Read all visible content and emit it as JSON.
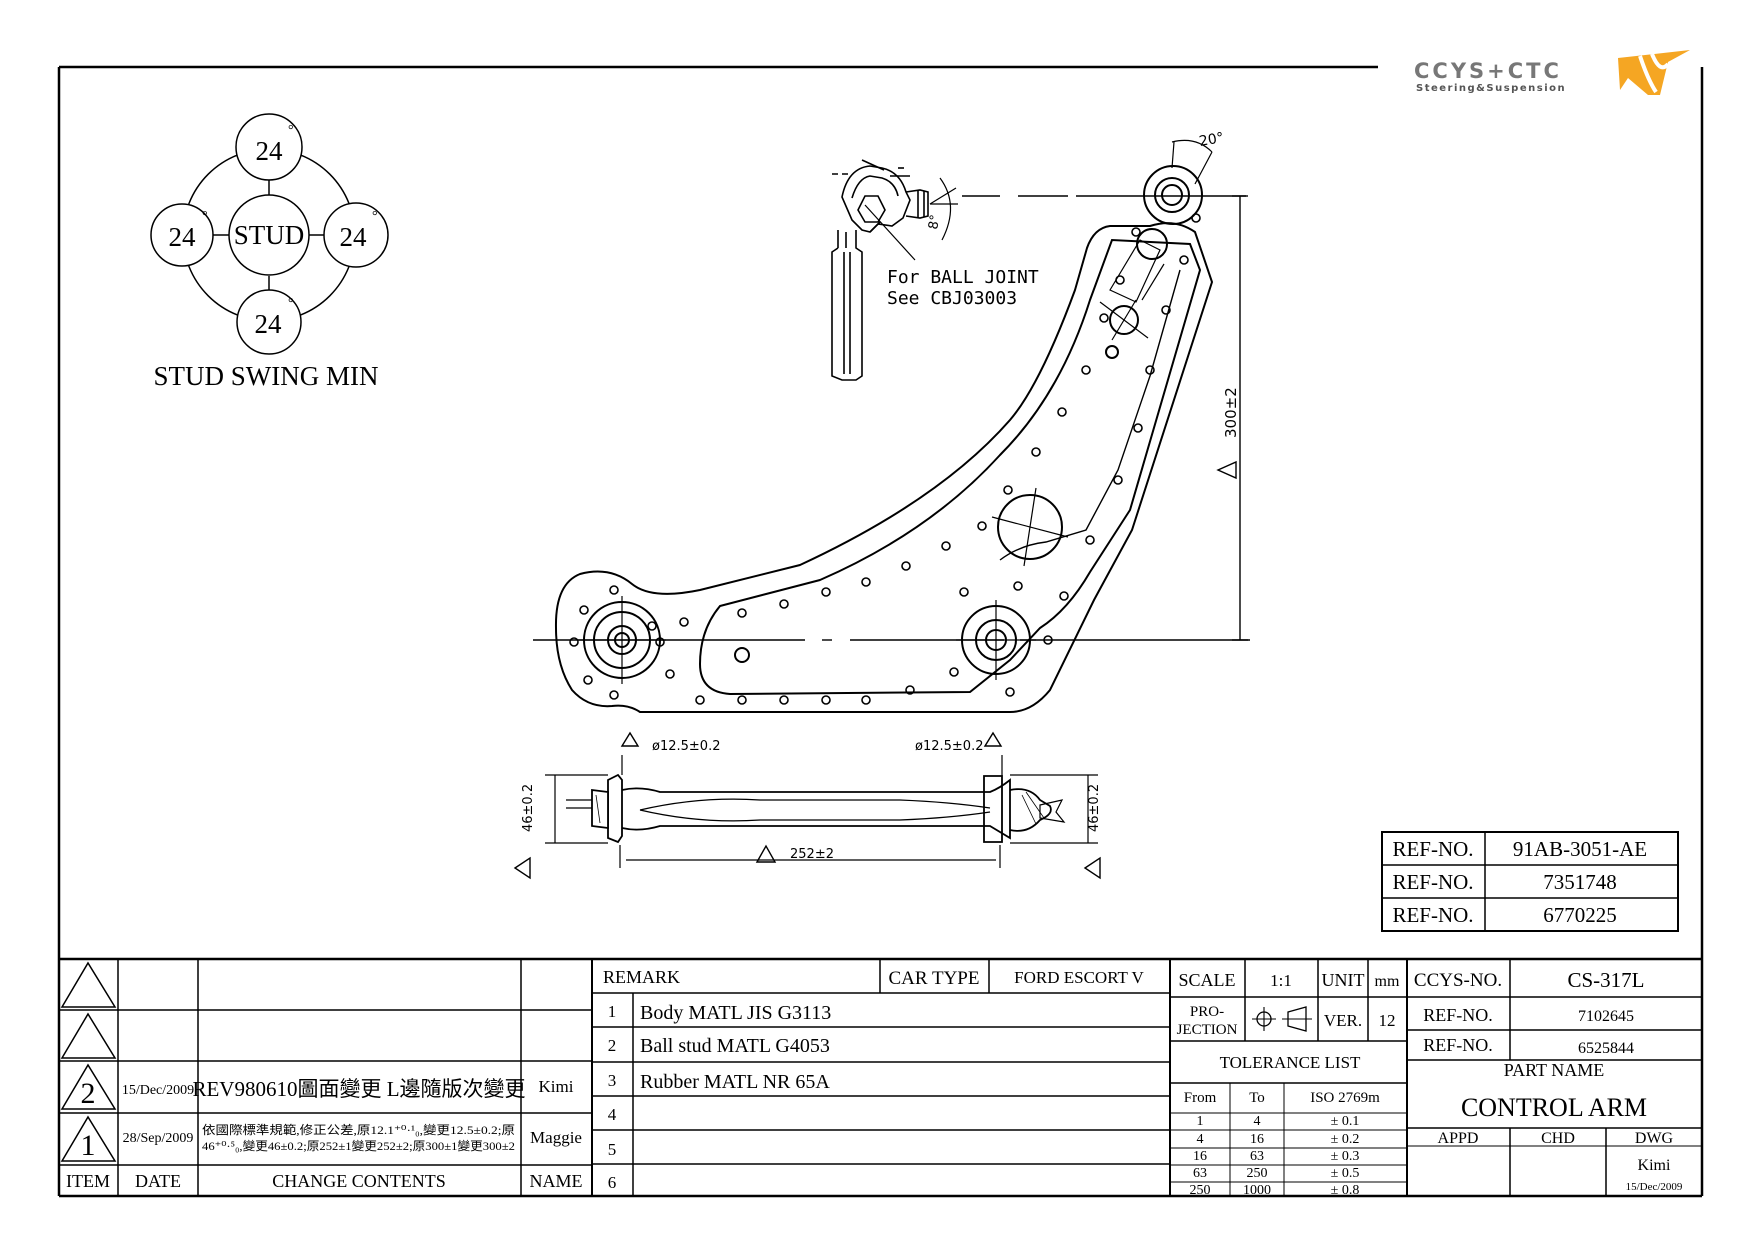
{
  "logo": {
    "brand": "CCYS+CTC",
    "tagline": "Steering&Suspension"
  },
  "stud_swing": {
    "center": "STUD",
    "top": "24",
    "left": "24",
    "right": "24",
    "bottom": "24",
    "deg": "°",
    "label": "STUD SWING MIN"
  },
  "ball_joint_note": {
    "line1": "For BALL JOINT",
    "line2": "See CBJ03003"
  },
  "angles": {
    "a20": "20°",
    "a8": "8°"
  },
  "dimensions": {
    "height": "300±2",
    "hole_left": "ø12.5±0.2",
    "hole_right": "ø12.5±0.2",
    "thk_left": "46±0.2",
    "thk_right": "46±0.2",
    "width": "252±2"
  },
  "ref_box": [
    {
      "label": "REF-NO.",
      "value": "91AB-3051-AE"
    },
    {
      "label": "REF-NO.",
      "value": "7351748"
    },
    {
      "label": "REF-NO.",
      "value": "6770225"
    }
  ],
  "revisions": {
    "rows": [
      {
        "item": "",
        "date": "",
        "content": "",
        "name": ""
      },
      {
        "item": "",
        "date": "",
        "content": "",
        "name": ""
      },
      {
        "item": "2",
        "date": "15/Dec/2009",
        "content": "REV980610圖面變更 L邊隨版次變更",
        "name": "Kimi"
      },
      {
        "item": "1",
        "date": "28/Sep/2009",
        "content_line1": "依國際標準規範,修正公差,原12.1⁺⁰·¹₀,變更12.5±0.2;原",
        "content_line2": "46⁺⁰·⁵₀,變更46±0.2;原252±1變更252±2;原300±1變更300±2",
        "name": "Maggie"
      }
    ],
    "headers": {
      "item": "ITEM",
      "date": "DATE",
      "content": "CHANGE CONTENTS",
      "name": "NAME"
    }
  },
  "remark": {
    "header": "REMARK",
    "car_type_label": "CAR TYPE",
    "car_type": "FORD ESCORT V",
    "rows": [
      {
        "no": "1",
        "text": "Body MATL JIS G3113"
      },
      {
        "no": "2",
        "text": "Ball stud MATL G4053"
      },
      {
        "no": "3",
        "text": "Rubber MATL NR 65A"
      },
      {
        "no": "4",
        "text": ""
      },
      {
        "no": "5",
        "text": ""
      },
      {
        "no": "6",
        "text": ""
      }
    ]
  },
  "scale": {
    "label": "SCALE",
    "value": "1:1",
    "unit_label": "UNIT",
    "unit": "mm",
    "projection_l1": "PRO-",
    "projection_l2": "JECTION",
    "ver_label": "VER.",
    "ver": "12"
  },
  "tolerance": {
    "title": "TOLERANCE LIST",
    "headers": [
      "From",
      "To",
      "ISO 2769m"
    ],
    "rows": [
      [
        "1",
        "4",
        "± 0.1"
      ],
      [
        "4",
        "16",
        "± 0.2"
      ],
      [
        "16",
        "63",
        "± 0.3"
      ],
      [
        "63",
        "250",
        "± 0.5"
      ],
      [
        "250",
        "1000",
        "± 0.8"
      ]
    ]
  },
  "title_block": {
    "ccys_label": "CCYS-NO.",
    "ccys_no": "CS-317L",
    "ref1_label": "REF-NO.",
    "ref1": "7102645",
    "ref2_label": "REF-NO.",
    "ref2": "6525844",
    "part_name_label": "PART NAME",
    "part_name": "CONTROL ARM",
    "appd": "APPD",
    "chd": "CHD",
    "dwg": "DWG",
    "dwg_name": "Kimi",
    "dwg_date": "15/Dec/2009"
  }
}
